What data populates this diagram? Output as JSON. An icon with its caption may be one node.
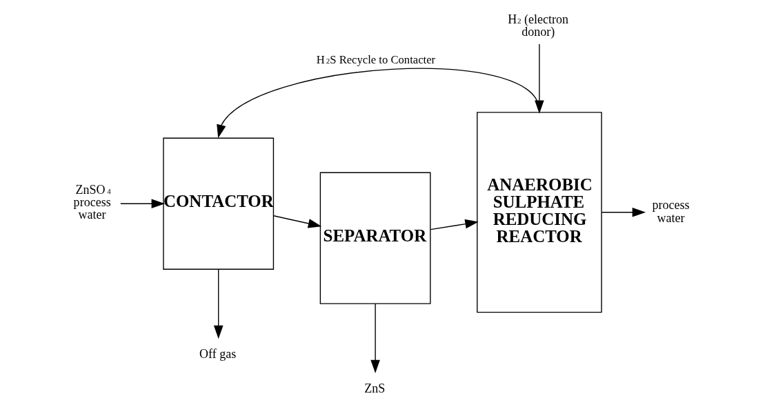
{
  "diagram": {
    "nodes": [
      {
        "text": [
          "ZnSO$_{4}$ process water"
        ]
      },
      {
        "text": [
          "CONTACTOR"
        ]
      },
      {
        "text": [
          "SEPARATOR"
        ]
      },
      {
        "text": [
          "ANAEROBIC SULPHATE REDUCING REACTOR"
        ]
      },
      {
        "text": [
          "process water"
        ]
      },
      {
        "text": [
          "Off gas"
        ]
      },
      {
        "text": [
          "ZnS"
        ]
      },
      {
        "text": [
          "H$_{2}$ (electron donor)"
        ]
      }
    ],
    "edges": [
      {
        "from": 0,
        "to": 1,
        "arrow": "to"
      },
      {
        "from": 1,
        "to": 2,
        "arrow": "to"
      },
      {
        "from": 2,
        "to": 3,
        "arrow": "to"
      },
      {
        "from": 3,
        "to": 4,
        "arrow": "to"
      },
      {
        "from": 1,
        "to": 5,
        "arrow": "to"
      },
      {
        "from": 2,
        "to": 6,
        "arrow": "to"
      },
      {
        "from": 7,
        "to": 3,
        "arrow": "to"
      },
      {
        "from": 3,
        "to": 1,
        "arrow": "to",
        "label": "H$_{2}$S Recycle to Contacter"
      }
    ]
  }
}
